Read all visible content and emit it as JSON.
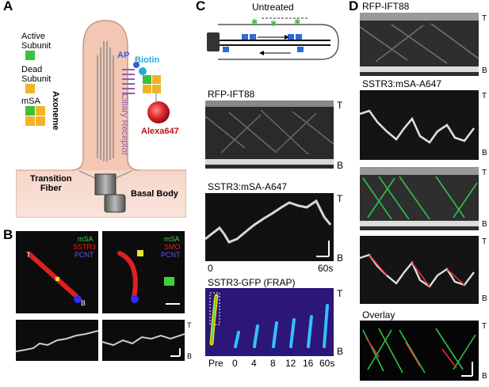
{
  "panels": {
    "a": "A",
    "b": "B",
    "c": "C",
    "d": "D"
  },
  "panel_a": {
    "legend": {
      "active": "Active\nSubunit",
      "dead": "Dead\nSubunit",
      "msa": "mSA"
    },
    "axoneme": "Axoneme",
    "ciliary_receptor": "Ciliary Receptor",
    "ap": "AP",
    "biotin": "Biotin",
    "alexa": "Alexa647",
    "transition_fiber": "Transition\nFiber",
    "basal_body": "Basal Body",
    "colors": {
      "active": "#3cbf3c",
      "dead": "#f0b429",
      "cilium": "#f3c7b4",
      "alexa": "#d9262c",
      "receptor": "#8e5ea8",
      "ap": "#3b5bd6",
      "biotin": "#2aa8e0"
    }
  },
  "panel_b": {
    "left": {
      "legend": [
        "mSA",
        "SSTR3",
        "PCNT"
      ],
      "t": "T",
      "b": "B"
    },
    "right": {
      "legend": [
        "mSA",
        "SMO",
        "PCNT"
      ]
    },
    "kymo_t": "T",
    "kymo_b": "B",
    "legend_colors": [
      "#3cd23c",
      "#e02020",
      "#2c2cff"
    ]
  },
  "panel_c": {
    "untreated": "Untreated",
    "rfp_title": "RFP-IFT88",
    "sstr3_title": "SSTR3:mSA-A647",
    "frap_title": "SSTR3-GFP (FRAP)",
    "t": "T",
    "b": "B",
    "axis_start": "0",
    "axis_end": "60s",
    "frap_ticks": [
      "Pre",
      "0",
      "4",
      "8",
      "12",
      "16",
      "60s"
    ]
  },
  "panel_d": {
    "rfp_title": "RFP-IFT88",
    "sstr3_title": "SSTR3:mSA-A647",
    "overlay_title": "Overlay",
    "t": "T",
    "b": "B",
    "overlay_colors": {
      "ift": "#2ec24a",
      "sstr3": "#e03030"
    }
  }
}
